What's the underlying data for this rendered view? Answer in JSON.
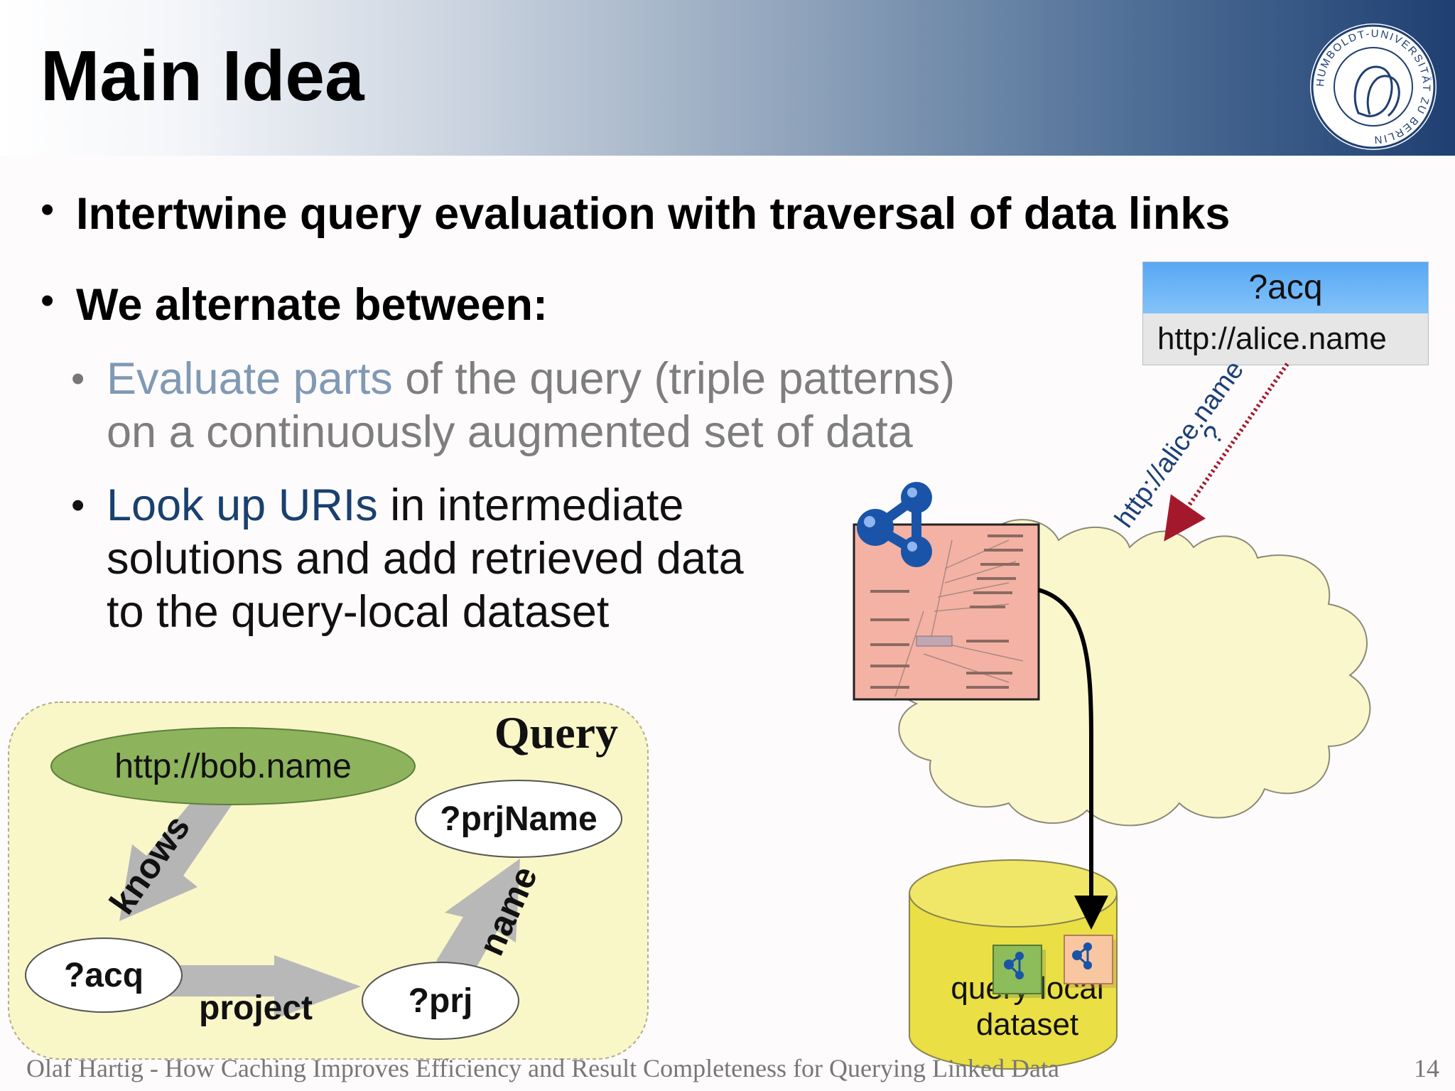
{
  "slide": {
    "title": "Main Idea",
    "bullets": [
      "Intertwine query evaluation with traversal of data links",
      "We alternate between:"
    ],
    "sub_bullets": [
      {
        "line1_part1": "Evaluate parts",
        "line1_part2": " of the query (triple patterns)",
        "line2": "on a continuously augmented set of data"
      },
      {
        "line1_part1": "Look up URIs",
        "line1_part2": " in intermediate",
        "line2": "solutions and add retrieved data",
        "line3": "to the query-local dataset"
      }
    ],
    "footer": "Olaf Hartig - How Caching Improves Efficiency and Result Completeness for Querying Linked Data",
    "page_number": "14"
  },
  "logo": {
    "seal_text": "HUMBOLDT-UNIVERSITÄT ZU BERLIN"
  },
  "binding_table": {
    "header": "?acq",
    "value": "http://alice.name"
  },
  "lookup": {
    "uri_label": "http://alice.name",
    "question_mark": "?"
  },
  "query_graph": {
    "label": "Query",
    "nodes": {
      "bob": "http://bob.name",
      "prjname": "?prjName",
      "acq": "?acq",
      "prj": "?prj"
    },
    "edges": {
      "knows": "knows",
      "project": "project",
      "name": "name"
    }
  },
  "dataset": {
    "label_line1": "query-local",
    "label_line2": "dataset"
  },
  "colors": {
    "header_dark": "#1f3f72",
    "bob_node": "#8db35c",
    "query_region": "#f9f6c8",
    "cloud": "#fbf7cd",
    "cylinder": "#eadf45",
    "document": "#f4b2a4",
    "lookup_arrow": "#a3192b",
    "uri_text": "#1d3f78"
  }
}
